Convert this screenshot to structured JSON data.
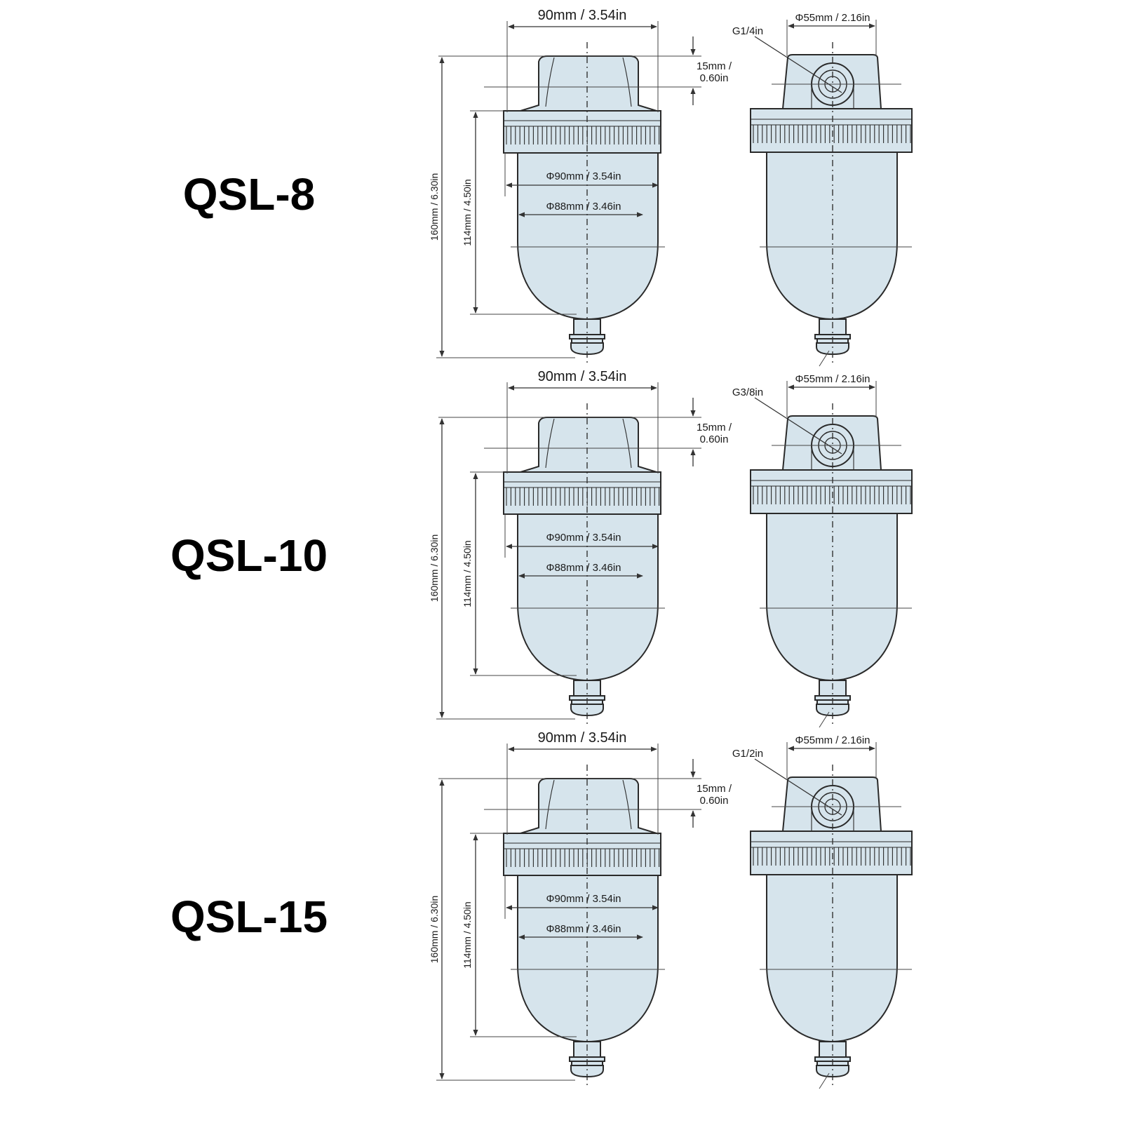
{
  "models": [
    {
      "name": "QSL-8",
      "width_top": "90mm / 3.54in",
      "cap_height": [
        "15mm /",
        "0.60in"
      ],
      "total_height": "160mm / 6.30in",
      "bowl_height": "114mm / 4.50in",
      "dia_outer": "Φ90mm / 3.54in",
      "dia_inner": "Φ88mm / 3.46in",
      "port_size": "G1/4in",
      "dia_side": "Φ55mm / 2.16in"
    },
    {
      "name": "QSL-10",
      "width_top": "90mm / 3.54in",
      "cap_height": [
        "15mm /",
        "0.60in"
      ],
      "total_height": "160mm / 6.30in",
      "bowl_height": "114mm / 4.50in",
      "dia_outer": "Φ90mm / 3.54in",
      "dia_inner": "Φ88mm / 3.46in",
      "port_size": "G3/8in",
      "dia_side": "Φ55mm / 2.16in"
    },
    {
      "name": "QSL-15",
      "width_top": "90mm / 3.54in",
      "cap_height": [
        "15mm /",
        "0.60in"
      ],
      "total_height": "160mm / 6.30in",
      "bowl_height": "114mm / 4.50in",
      "dia_outer": "Φ90mm / 3.54in",
      "dia_inner": "Φ88mm / 3.46in",
      "port_size": "G1/2in",
      "dia_side": "Φ55mm / 2.16in"
    }
  ],
  "colors": {
    "body_fill": "#d6e4ec",
    "line": "#2a2a2a"
  }
}
